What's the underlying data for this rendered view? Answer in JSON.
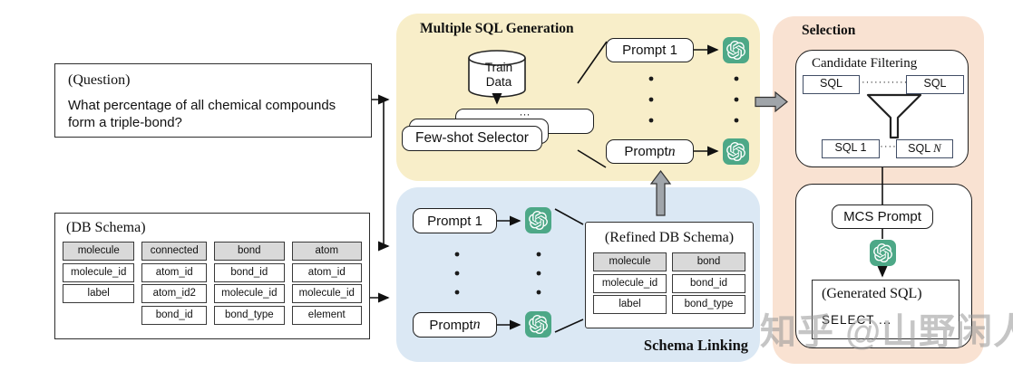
{
  "watermark": "知乎 @山野闲人",
  "question_box": {
    "label": "(Question)",
    "text": "What percentage of all chemical compounds form a triple-bond?"
  },
  "db_schema_box": {
    "label": "(DB Schema)",
    "tables": [
      {
        "name": "molecule",
        "cols": [
          "molecule_id",
          "label"
        ]
      },
      {
        "name": "connected",
        "cols": [
          "atom_id",
          "atom_id2",
          "bond_id"
        ]
      },
      {
        "name": "bond",
        "cols": [
          "bond_id",
          "molecule_id",
          "bond_type"
        ]
      },
      {
        "name": "atom",
        "cols": [
          "atom_id",
          "molecule_id",
          "element"
        ]
      }
    ]
  },
  "sql_generation": {
    "title": "Multiple SQL Generation",
    "train_data_label": "Train Data",
    "stack_dots": "···",
    "few_shot_selector": "Few-shot Selector",
    "prompt_first": "Prompt 1",
    "prompt_last_prefix": "Prompt ",
    "prompt_last_var": "n"
  },
  "schema_linking": {
    "title": "Schema Linking",
    "prompt_first": "Prompt 1",
    "prompt_last_prefix": "Prompt ",
    "prompt_last_var": "n",
    "refined_box": {
      "label": "(Refined DB Schema)",
      "tables": [
        {
          "name": "molecule",
          "cols": [
            "molecule_id",
            "label"
          ]
        },
        {
          "name": "bond",
          "cols": [
            "bond_id",
            "bond_type"
          ]
        }
      ]
    }
  },
  "selection": {
    "title": "Selection",
    "candidate_filtering": {
      "label": "Candidate Filtering",
      "sql_left": "SQL",
      "sql_right": "SQL",
      "dots_top": "···········",
      "sql_first": "SQL 1",
      "dots_mid": "····",
      "sql_last_prefix": "SQL ",
      "sql_last_var": "N"
    },
    "mcs_prompt": "MCS Prompt",
    "generated_sql": {
      "label": "(Generated SQL)",
      "code": "SELECT ..."
    }
  },
  "icons": {
    "gpt": "openai-logo",
    "funnel": "filter-funnel",
    "cylinder": "database-cylinder"
  },
  "colors": {
    "region_yellow": "#f8eec9",
    "region_blue": "#dbe8f4",
    "region_orange": "#f9e2d2",
    "gpt_green": "#4da887",
    "table_header_gray": "#d9d9d9",
    "sql_box_border": "#414e66",
    "block_arrow_gray": "#a0a5aa"
  }
}
